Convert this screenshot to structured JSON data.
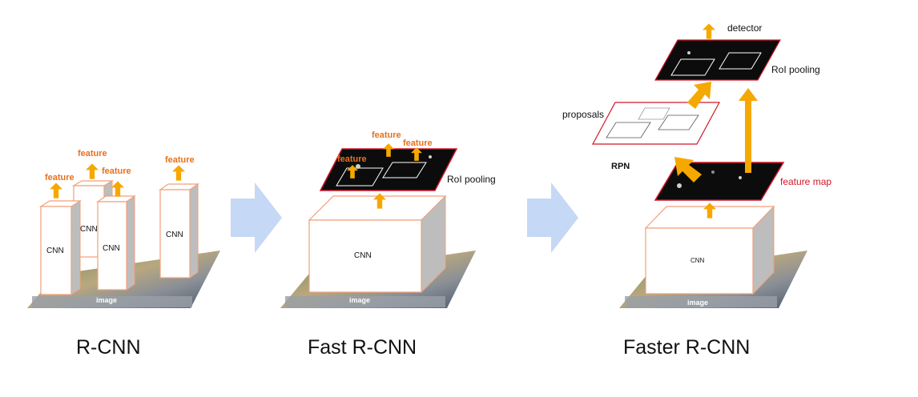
{
  "colors": {
    "box_stroke": "#f0a07a",
    "arrow": "#f5a800",
    "flow_arrow": "#c5d8f5",
    "feature_text": "#e8711c",
    "feature_map_text": "#d0172a",
    "map_fill": "#0c0c0c",
    "map_stroke": "#d0172a"
  },
  "rcnn": {
    "title": "R-CNN",
    "feature_label": "feature",
    "cnn_label": "CNN",
    "image_label": "image"
  },
  "fast_rcnn": {
    "title": "Fast R-CNN",
    "feature_label": "feature",
    "cnn_label": "CNN",
    "image_label": "image",
    "roi_pooling": "RoI pooling"
  },
  "faster_rcnn": {
    "title": "Faster R-CNN",
    "cnn_label": "CNN",
    "image_label": "image",
    "feature_map": "feature map",
    "rpn": "RPN",
    "proposals": "proposals",
    "roi_pooling": "RoI pooling",
    "detector": "detector"
  }
}
